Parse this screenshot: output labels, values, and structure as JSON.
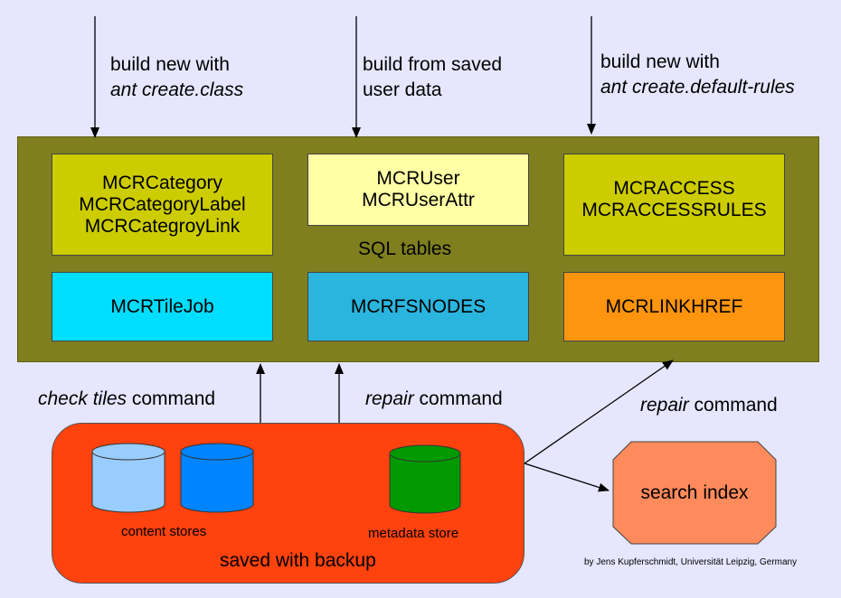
{
  "inputs": {
    "left": {
      "line1": "build  new with",
      "line2": "ant create.class"
    },
    "middle": {
      "line1": "build from saved",
      "line2": "user data"
    },
    "right": {
      "line1": "build new with",
      "line2": "ant create.default-rules"
    }
  },
  "sql": {
    "label": "SQL tables",
    "category": [
      "MCRCategory",
      "MCRCategoryLabel",
      "MCRCategroyLink"
    ],
    "user": [
      "MCRUser",
      "MCRUserAttr"
    ],
    "access": [
      "MCRACCESS",
      "MCRACCESSRULES"
    ],
    "tilejob": "MCRTileJob",
    "fsnodes": "MCRFSNODES",
    "linkhref": "MCRLINKHREF"
  },
  "commands": {
    "check": {
      "italic": "check tiles",
      "rest": " command"
    },
    "repair_mid": {
      "italic": "repair",
      "rest": " command"
    },
    "repair_right": {
      "italic": "repair",
      "rest": " command"
    }
  },
  "backup": {
    "label": "saved with backup",
    "content_stores": "content stores",
    "metadata_store": "metadata store"
  },
  "search_index": "search index",
  "credit": "by Jens Kupferschmidt, Universität Leipzig, Germany",
  "colors": {
    "background": "#e6e6ff",
    "olive": "#7f7f1f",
    "yellow_olive": "#cccc00",
    "light_yellow": "#ffffa6",
    "cyan": "#00ddff",
    "teal": "#2ab5de",
    "orange": "#ff950e",
    "red_orange": "#ff420e",
    "salmon": "#ff8a5b",
    "light_blue": "#99ccff",
    "blue": "#0084ff",
    "green": "#009900"
  }
}
